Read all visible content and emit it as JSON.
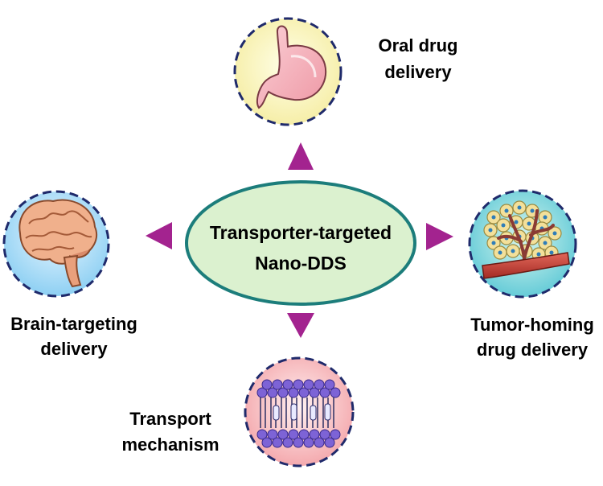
{
  "center": {
    "line1": "Transporter-targeted",
    "line2": "Nano-DDS"
  },
  "nodes": {
    "top": {
      "line1": "Oral drug",
      "line2": "delivery",
      "icon": "stomach-icon"
    },
    "left": {
      "line1": "Brain-targeting",
      "line2": "delivery",
      "icon": "brain-icon"
    },
    "right": {
      "line1": "Tumor-homing",
      "line2": "drug delivery",
      "icon": "tumor-vessel-icon"
    },
    "bottom": {
      "line1": "Transport",
      "line2": "mechanism",
      "icon": "cell-membrane-icon"
    }
  },
  "colors": {
    "ellipse_fill": "#dbf1cf",
    "ellipse_stroke": "#1c7d7b",
    "arrow": "#a3238f",
    "circle_border": "#1f2a6b"
  }
}
